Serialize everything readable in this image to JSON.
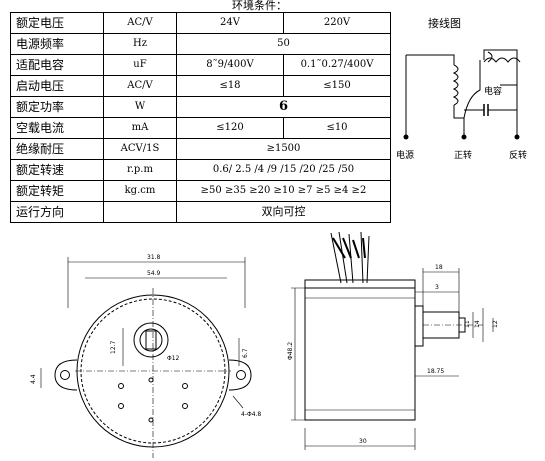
{
  "env_title": "环境条件：",
  "col_24v": "24V",
  "col_220v": "220V",
  "rows": [
    {
      "param": "额定电压",
      "unit": "AC/V"
    },
    {
      "param": "电源频率",
      "unit": "Hz",
      "value": "50"
    },
    {
      "param": "适配电容",
      "unit": "uF",
      "v24": "8˜9/400V",
      "v220": "0.1˜0.27/400V"
    },
    {
      "param": "启动电压",
      "unit": "AC/V",
      "v24": "≤18",
      "v220": "≤150"
    },
    {
      "param": "额定功率",
      "unit": "W",
      "value": "6"
    },
    {
      "param": "空载电流",
      "unit": "mA",
      "v24": "≤120",
      "v220": "≤10"
    },
    {
      "param": "绝缘耐压",
      "unit": "ACV/1S",
      "value": "≥1500"
    },
    {
      "param": "额定转速",
      "unit": "r.p.m",
      "value": "0.6/ 2.5 /4 /9 /15 /20 /25 /50"
    },
    {
      "param": "额定转矩",
      "unit": "kg.cm",
      "value": "≥50 ≥35 ≥20 ≥10 ≥7 ≥5 ≥4 ≥2"
    },
    {
      "param": "运行方向",
      "value": "双向可控"
    }
  ],
  "wiring": {
    "title": "接线图",
    "capacitor": "电容",
    "power": "电源",
    "forward": "正转",
    "reverse": "反转"
  },
  "front_view": {
    "dim_overall": "31.8",
    "dim_inner": "54.9",
    "dim_shaft_offset": "12.7",
    "dim_shaft_dia": "Φ12",
    "dim_mount_height": "6.7",
    "dim_left_height": "4.4",
    "dim_holes": "4-Φ4.8"
  },
  "side_view": {
    "dim_body_dia": "Φ48.2",
    "dim_depth": "30",
    "dim_shaft_len": "18",
    "dim_flange": "3",
    "dim_shaft_d1": "11",
    "dim_shaft_d2": "14",
    "dim_shaft_d3": "12",
    "dim_base": "18.75"
  }
}
